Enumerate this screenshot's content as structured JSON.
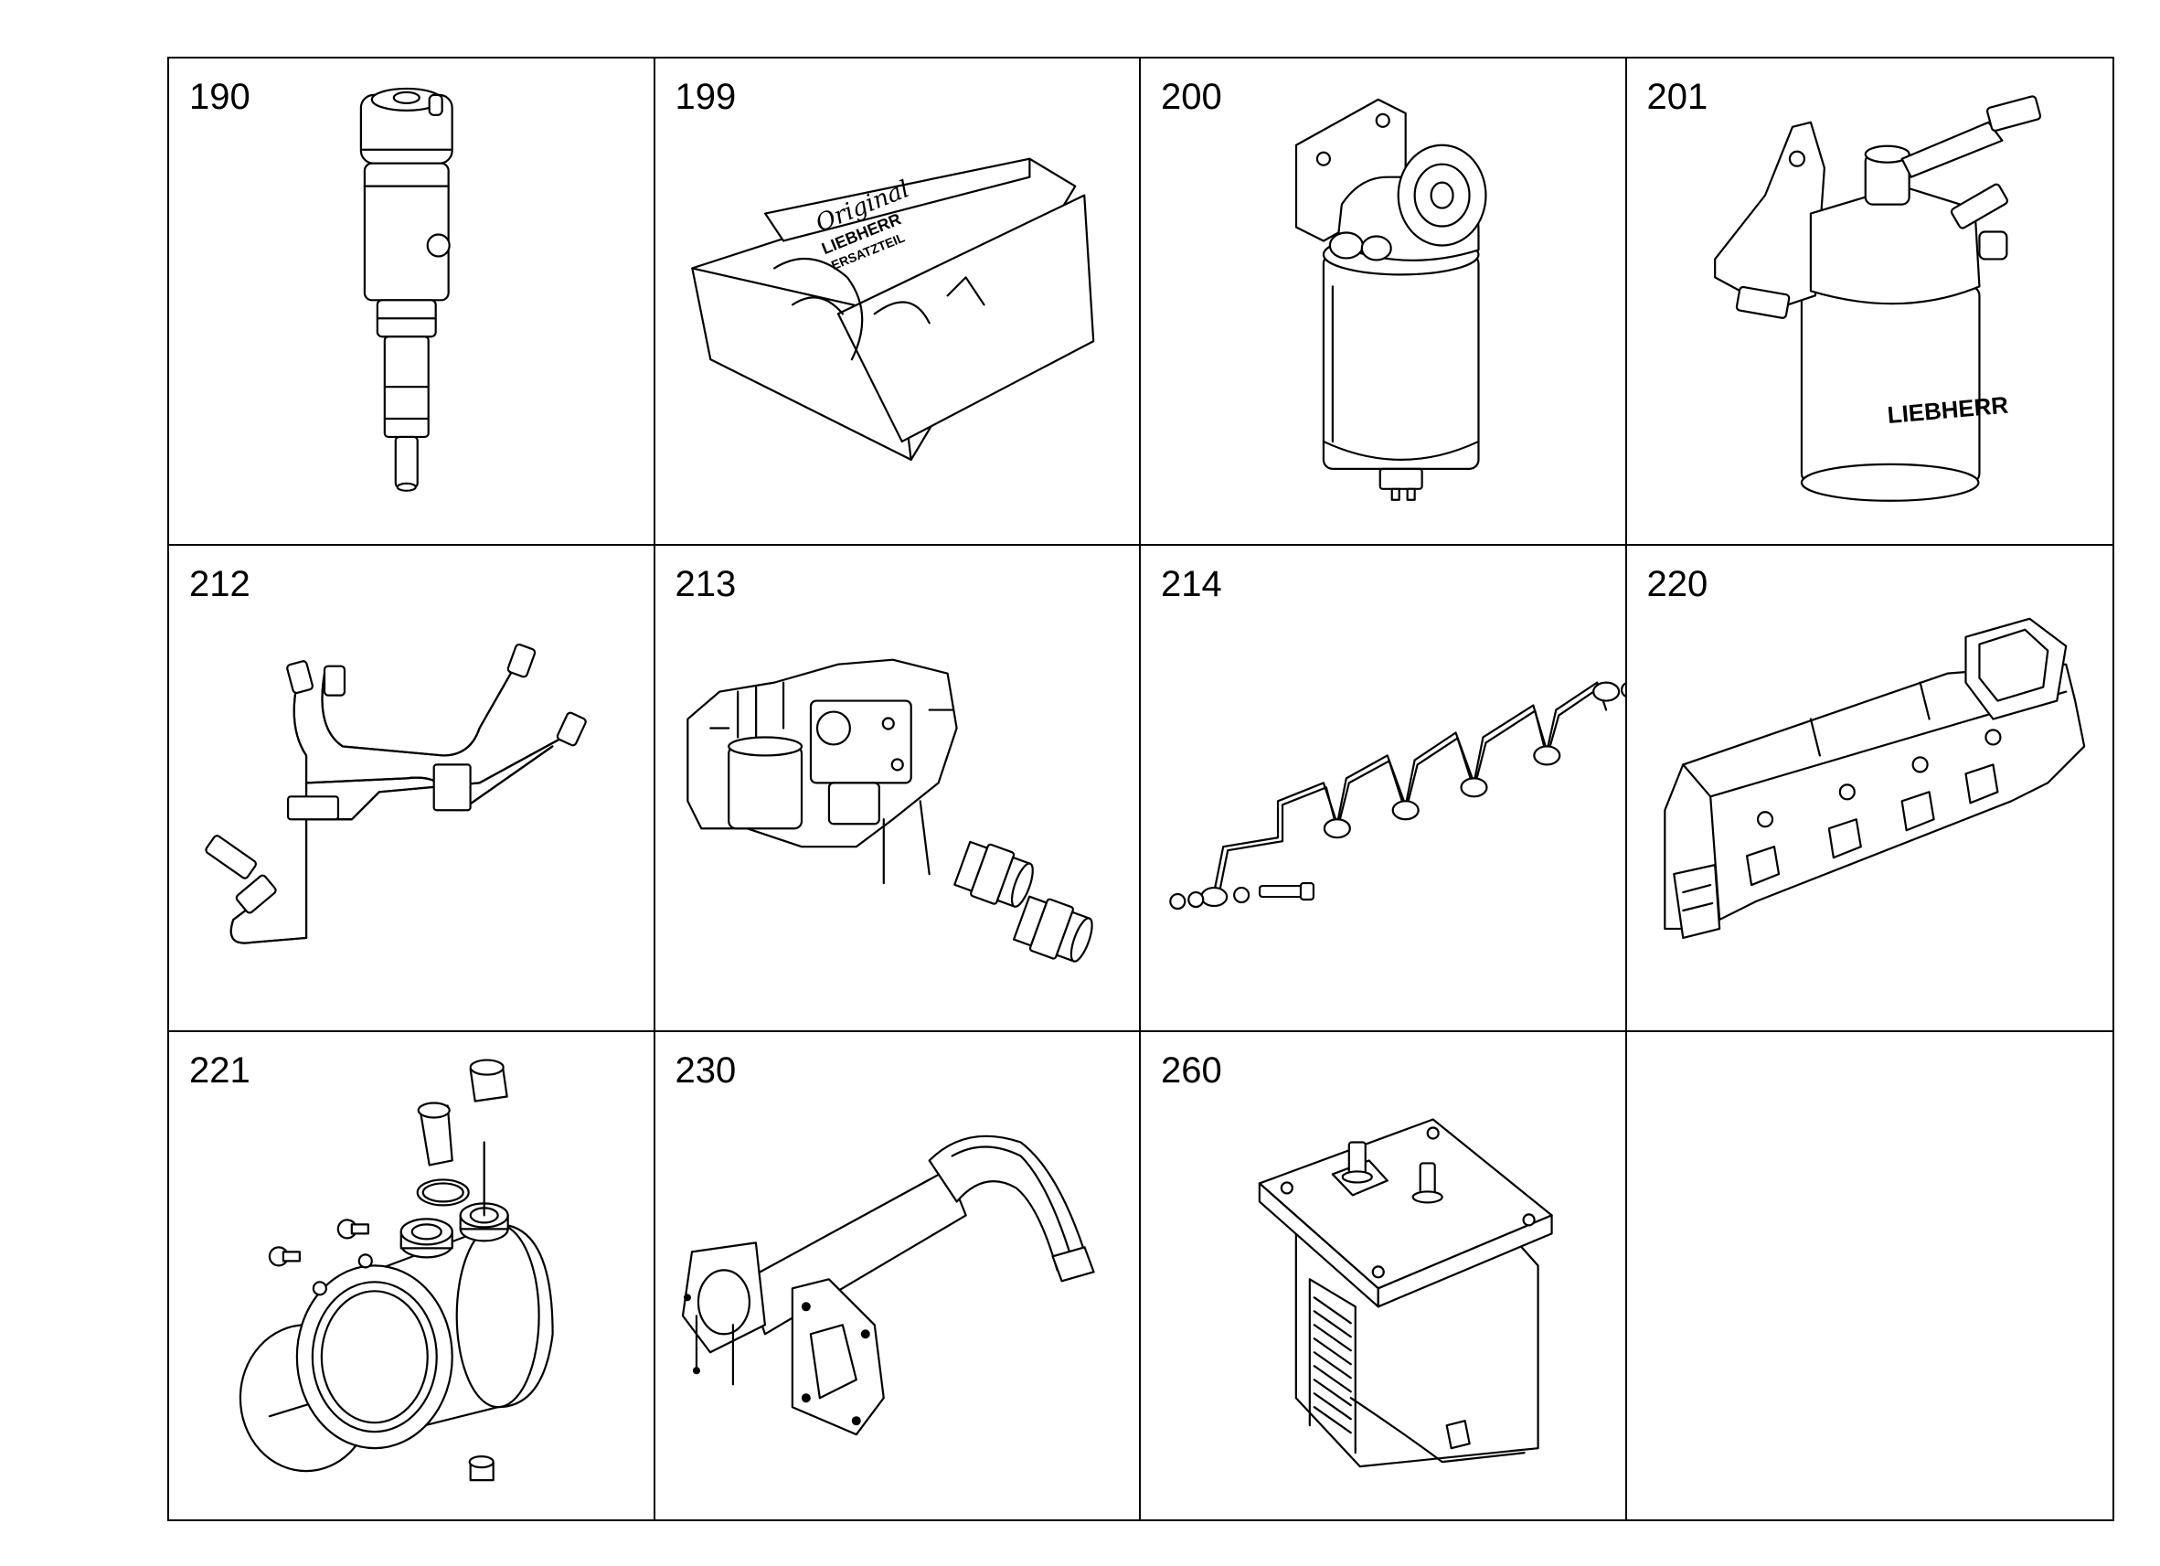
{
  "parts": [
    {
      "number": "190",
      "name": "injector-nozzle"
    },
    {
      "number": "199",
      "name": "seal-kit-box",
      "box_text": [
        "Original",
        "LIEBHERR",
        "ERSATZTEIL"
      ]
    },
    {
      "number": "200",
      "name": "fuel-filter-assembly"
    },
    {
      "number": "201",
      "name": "fuel-filter-housing",
      "brand": "LIEBHERR"
    },
    {
      "number": "212",
      "name": "fuel-lines"
    },
    {
      "number": "213",
      "name": "pump-fittings"
    },
    {
      "number": "214",
      "name": "injection-line-set"
    },
    {
      "number": "220",
      "name": "intake-manifold"
    },
    {
      "number": "221",
      "name": "pipe-connector"
    },
    {
      "number": "230",
      "name": "intake-pipe"
    },
    {
      "number": "260",
      "name": "heating-flange"
    },
    {
      "number": "",
      "name": "empty"
    }
  ]
}
